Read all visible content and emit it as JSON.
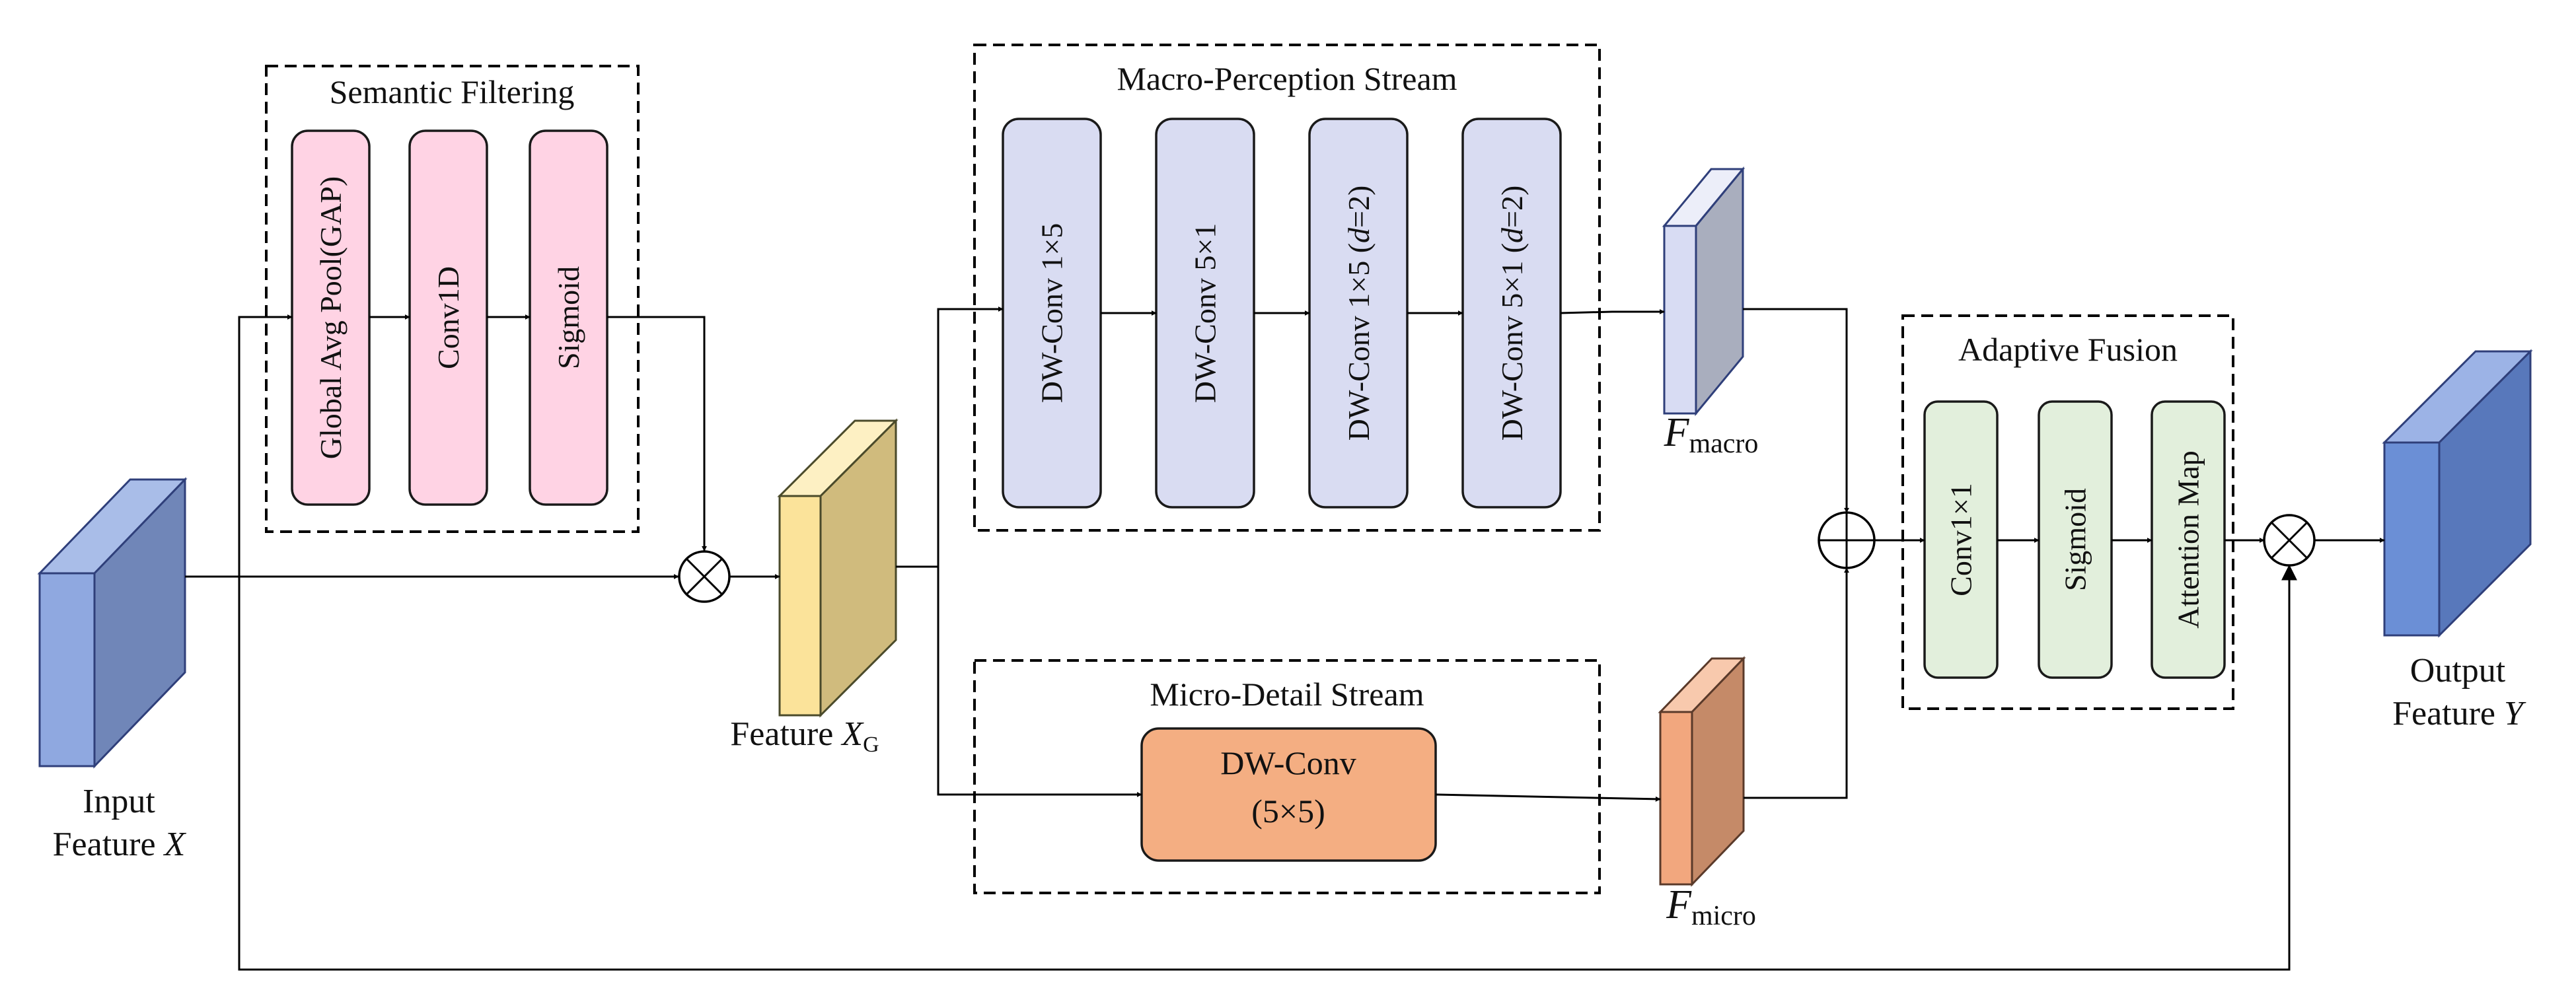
{
  "inputs": {
    "input_line1": "Input",
    "input_line2": "Feature ",
    "input_var": "X",
    "xg_prefix": "Feature ",
    "xg_var": "X",
    "xg_sub": "G",
    "output_line1": "Output",
    "output_line2": "Feature ",
    "output_var": "Y"
  },
  "semantic": {
    "title": "Semantic Filtering",
    "modules": [
      "Global Avg Pool(GAP)",
      "Conv1D",
      "Sigmoid"
    ]
  },
  "macro": {
    "title": "Macro-Perception Stream",
    "m1": "DW-Conv 1×5",
    "m2": "DW-Conv 5×1",
    "m3": "DW-Conv 1×5  (",
    "m4": "DW-Conv 5×1  (",
    "dil_var": "d",
    "dil_val": "=2)",
    "out_var": "F",
    "out_sub": "macro"
  },
  "micro": {
    "title": "Micro-Detail Stream",
    "module_l1": "DW-Conv",
    "module_l2": "(5×5)",
    "out_var": "F",
    "out_sub": "micro"
  },
  "fusion": {
    "title": "Adaptive Fusion",
    "modules": [
      "Conv1×1",
      "Sigmoid",
      "Attention Map"
    ]
  },
  "colors": {
    "input_front": "#8fa8e0",
    "input_side": "#7086b8",
    "xg_front": "#fbe39a",
    "xg_side": "#d0bb7d",
    "macro_front": "#d8dcf3",
    "macro_side": "#a9aebe",
    "micro_front": "#f2a77e",
    "micro_side": "#c58a68",
    "output_front": "#6b8fd6",
    "output_side": "#5878bb",
    "semantic_fill": "#ffd3e4",
    "macro_fill": "#d9dcf2",
    "micro_fill": "#f4ae82",
    "fusion_fill": "#e2efdc"
  }
}
